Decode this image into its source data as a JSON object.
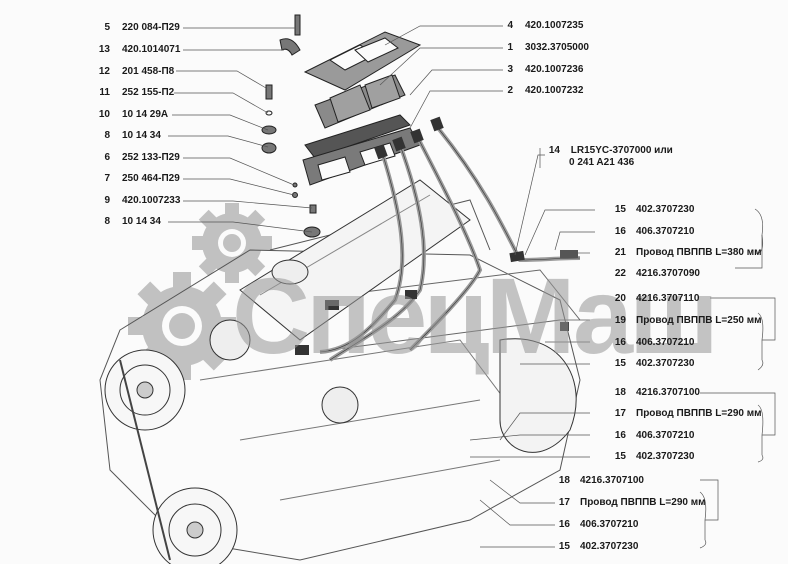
{
  "diagram": {
    "title": "Engine ignition system exploded view",
    "watermark": "СпецМаш",
    "left_labels": [
      {
        "num": "5",
        "code": "220 084-П29"
      },
      {
        "num": "13",
        "code": "420.1014071"
      },
      {
        "num": "12",
        "code": "201 458-П8"
      },
      {
        "num": "11",
        "code": "252 155-П2"
      },
      {
        "num": "10",
        "code": "10 14 29А"
      },
      {
        "num": "8",
        "code": "10 14 34"
      },
      {
        "num": "6",
        "code": "252 133-П29"
      },
      {
        "num": "7",
        "code": "250 464-П29"
      },
      {
        "num": "9",
        "code": "420.1007233"
      },
      {
        "num": "8",
        "code": "10 14 34"
      }
    ],
    "top_right_labels": [
      {
        "num": "4",
        "code": "420.1007235"
      },
      {
        "num": "1",
        "code": "3032.3705000"
      },
      {
        "num": "3",
        "code": "420.1007236"
      },
      {
        "num": "2",
        "code": "420.1007232"
      }
    ],
    "spark_plug": {
      "num": "14",
      "line1": "LR15YC-3707000 или",
      "line2": "0 241 A21 436"
    },
    "group_a": [
      {
        "num": "15",
        "code": "402.3707230"
      },
      {
        "num": "16",
        "code": "406.3707210"
      },
      {
        "num": "21",
        "code": "Провод ПВППВ L=380 мм"
      },
      {
        "num": "22",
        "code": "4216.3707090"
      }
    ],
    "group_b": [
      {
        "num": "20",
        "code": "4216.3707110"
      },
      {
        "num": "19",
        "code": "Провод ПВППВ L=250 мм"
      },
      {
        "num": "16",
        "code": "406.3707210"
      },
      {
        "num": "15",
        "code": "402.3707230"
      }
    ],
    "group_c": [
      {
        "num": "18",
        "code": "4216.3707100"
      },
      {
        "num": "17",
        "code": "Провод ПВППВ L=290 мм"
      },
      {
        "num": "16",
        "code": "406.3707210"
      },
      {
        "num": "15",
        "code": "402.3707230"
      }
    ],
    "group_d": [
      {
        "num": "18",
        "code": "4216.3707100"
      },
      {
        "num": "17",
        "code": "Провод ПВППВ L=290 мм"
      },
      {
        "num": "16",
        "code": "406.3707210"
      },
      {
        "num": "15",
        "code": "402.3707230"
      }
    ]
  }
}
